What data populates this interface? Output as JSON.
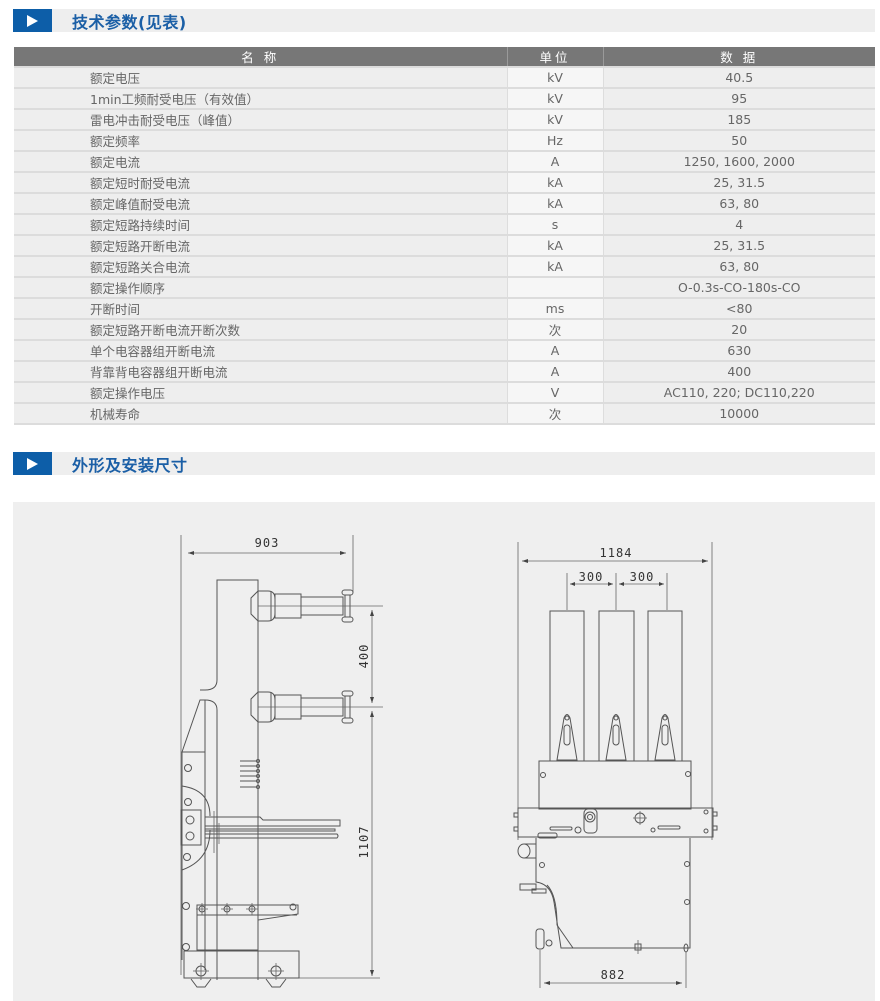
{
  "sections": {
    "specs_title": "技术参数(见表)",
    "dims_title": "外形及安装尺寸"
  },
  "table": {
    "headers": [
      "名 称",
      "单位",
      "数 据"
    ],
    "rows": [
      {
        "name": "额定电压",
        "unit": "kV",
        "value": "40.5"
      },
      {
        "name": "1min工频耐受电压（有效值）",
        "unit": "kV",
        "value": "95"
      },
      {
        "name": "雷电冲击耐受电压（峰值）",
        "unit": "kV",
        "value": "185"
      },
      {
        "name": "额定频率",
        "unit": "Hz",
        "value": "50"
      },
      {
        "name": "额定电流",
        "unit": "A",
        "value": "1250, 1600, 2000"
      },
      {
        "name": "额定短时耐受电流",
        "unit": "kA",
        "value": "25, 31.5"
      },
      {
        "name": "额定峰值耐受电流",
        "unit": "kA",
        "value": "63, 80"
      },
      {
        "name": "额定短路持续时间",
        "unit": "s",
        "value": "4"
      },
      {
        "name": "额定短路开断电流",
        "unit": "kA",
        "value": "25, 31.5"
      },
      {
        "name": "额定短路关合电流",
        "unit": "kA",
        "value": "63, 80"
      },
      {
        "name": "额定操作顺序",
        "unit": "",
        "value": "O-0.3s-CO-180s-CO"
      },
      {
        "name": "开断时间",
        "unit": "ms",
        "value": "<80"
      },
      {
        "name": "额定短路开断电流开断次数",
        "unit": "次",
        "value": "20"
      },
      {
        "name": "单个电容器组开断电流",
        "unit": "A",
        "value": "630"
      },
      {
        "name": "背靠背电容器组开断电流",
        "unit": "A",
        "value": "400"
      },
      {
        "name": "额定操作电压",
        "unit": "V",
        "value": "AC110, 220; DC110,220"
      },
      {
        "name": "机械寿命",
        "unit": "次",
        "value": "10000"
      }
    ]
  },
  "drawing": {
    "side_view": {
      "width_dim": "903",
      "pole_spacing_dim": "400",
      "height_dim": "1107"
    },
    "front_view": {
      "width_dim": "1184",
      "phase_spacing_1": "300",
      "phase_spacing_2": "300",
      "base_width_dim": "882"
    }
  },
  "colors": {
    "accent_blue": "#0d5ea8",
    "title_blue": "#1b5fa6",
    "header_gray": "#777777",
    "row_bg": "#eeeeee"
  }
}
